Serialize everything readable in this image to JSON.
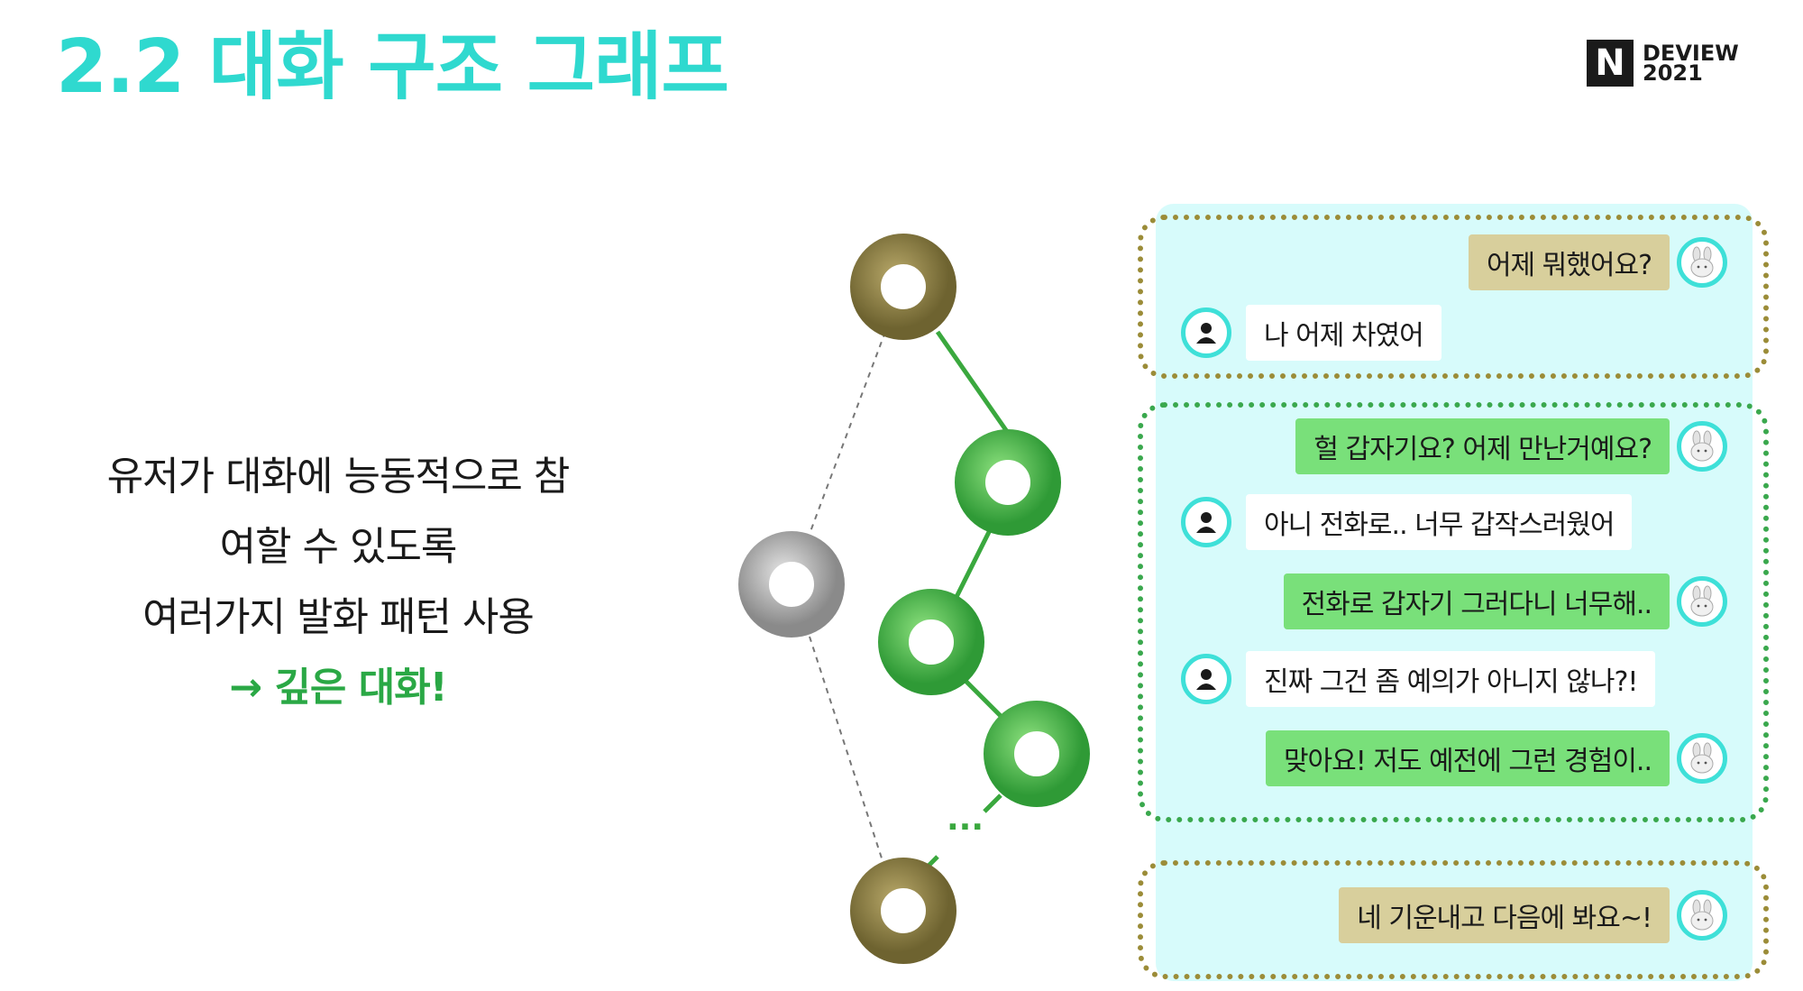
{
  "slide": {
    "title": "2.2 대화 구조 그래프",
    "brand": {
      "mark": "N",
      "line1": "DEVIEW",
      "line2": "2021"
    }
  },
  "description": {
    "line1": "유저가 대화에 능동적으로 참",
    "line2": "여할 수 있도록",
    "line3": "여러가지 발화 패턴 사용",
    "conclusion": "→ 깊은 대화!"
  },
  "graph": {
    "ellipsis": "..."
  },
  "chat": {
    "messages": [
      {
        "speaker": "bot",
        "text": "어제 뭐했어요?"
      },
      {
        "speaker": "user",
        "text": "나 어제 차였어"
      },
      {
        "speaker": "bot",
        "text": "헐 갑자기요? 어제 만난거예요?"
      },
      {
        "speaker": "user",
        "text": "아니 전화로.. 너무 갑작스러웠어"
      },
      {
        "speaker": "bot",
        "text": "전화로 갑자기 그러다니 너무해.."
      },
      {
        "speaker": "user",
        "text": "진짜 그건 좀 예의가 아니지 않나?!"
      },
      {
        "speaker": "bot",
        "text": "맞아요! 저도 예전에 그런 경험이.."
      },
      {
        "speaker": "bot",
        "text": "네 기운내고 다음에 봐요~!"
      }
    ],
    "colors": {
      "bot_open_close": "#d8cf9c",
      "bot_deep": "#79e07a",
      "user": "#ffffff",
      "panel": "#d7fbfb"
    }
  }
}
